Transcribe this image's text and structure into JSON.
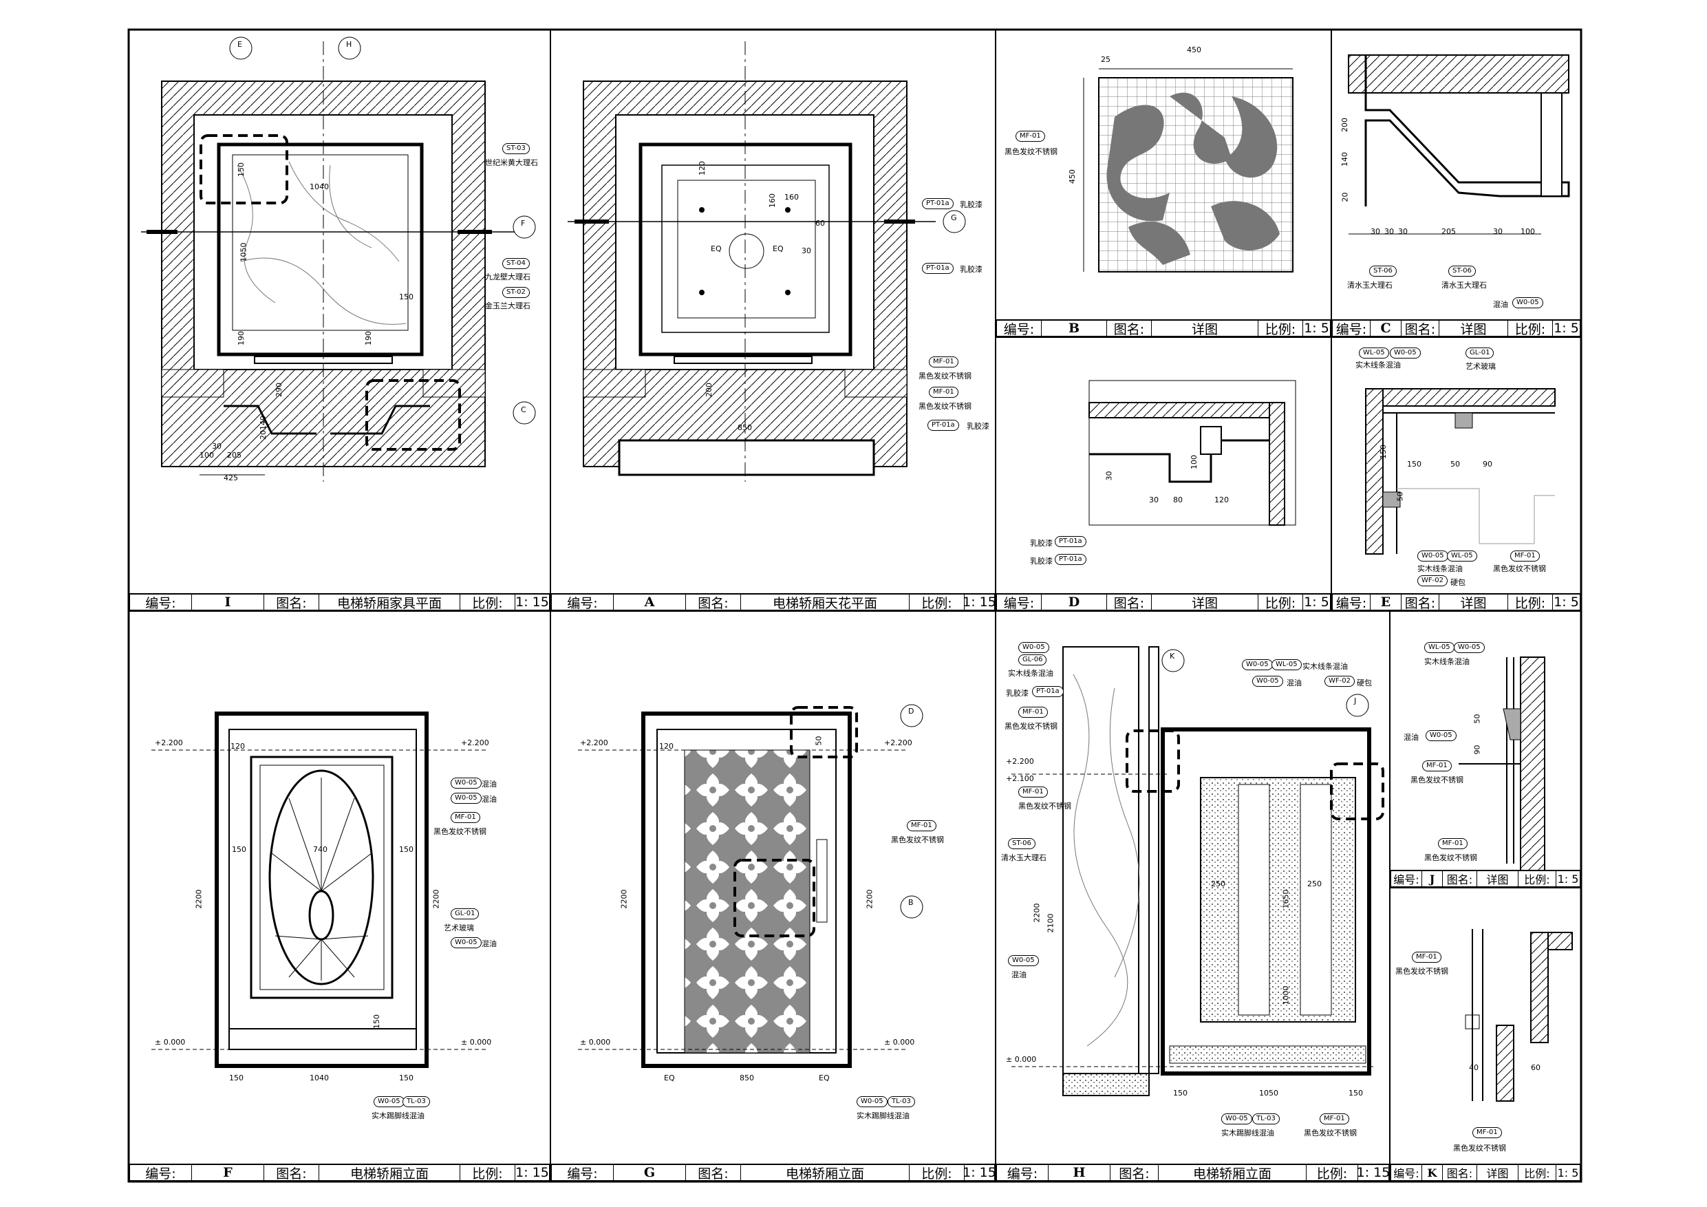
{
  "frame_bars": [
    {
      "code_label": "编号:",
      "code": "I",
      "name_label": "图名:",
      "name": "电梯轿厢家具平面",
      "scale_label": "比例:",
      "scale": "1: 15"
    },
    {
      "code_label": "编号:",
      "code": "A",
      "name_label": "图名:",
      "name": "电梯轿厢天花平面",
      "scale_label": "比例:",
      "scale": "1: 15"
    },
    {
      "code_label": "编号:",
      "code": "B",
      "name_label": "图名:",
      "name": "详图",
      "scale_label": "比例:",
      "scale": "1: 5"
    },
    {
      "code_label": "编号:",
      "code": "C",
      "name_label": "图名:",
      "name": "详图",
      "scale_label": "比例:",
      "scale": "1: 5"
    },
    {
      "code_label": "编号:",
      "code": "D",
      "name_label": "图名:",
      "name": "详图",
      "scale_label": "比例:",
      "scale": "1: 5"
    },
    {
      "code_label": "编号:",
      "code": "E",
      "name_label": "图名:",
      "name": "详图",
      "scale_label": "比例:",
      "scale": "1: 5"
    },
    {
      "code_label": "编号:",
      "code": "F",
      "name_label": "图名:",
      "name": "电梯轿厢立面",
      "scale_label": "比例:",
      "scale": "1: 15"
    },
    {
      "code_label": "编号:",
      "code": "G",
      "name_label": "图名:",
      "name": "电梯轿厢立面",
      "scale_label": "比例:",
      "scale": "1: 15"
    },
    {
      "code_label": "编号:",
      "code": "H",
      "name_label": "图名:",
      "name": "电梯轿厢立面",
      "scale_label": "比例:",
      "scale": "1: 15"
    },
    {
      "code_label": "编号:",
      "code": "J",
      "name_label": "图名:",
      "name": "详图",
      "scale_label": "比例:",
      "scale": "1: 5"
    },
    {
      "code_label": "编号:",
      "code": "K",
      "name_label": "图名:",
      "name": "详图",
      "scale_label": "比例:",
      "scale": "1: 5"
    }
  ],
  "plan_I": {
    "tags": [
      "ST-03",
      "ST-04",
      "ST-02"
    ],
    "notes": [
      "世纪米黄大理石",
      "九龙壁大理石",
      "金玉兰大理石"
    ],
    "sections": [
      "E",
      "H",
      "F",
      "C"
    ],
    "dims": [
      "1040",
      "1050",
      "150",
      "150",
      "190",
      "190",
      "290",
      "425",
      "205",
      "30",
      "100",
      "20140"
    ]
  },
  "plan_A": {
    "tags": [
      "PT-01a",
      "PT-01a",
      "MF-01",
      "MF-01",
      "PT-01a"
    ],
    "notes": [
      "乳胶漆",
      "乳胶漆",
      "黑色发纹不锈钢",
      "黑色发纹不锈钢",
      "乳胶漆"
    ],
    "sections": [
      "G"
    ],
    "dims": [
      "850",
      "200",
      "160",
      "160",
      "120",
      "EQ",
      "EQ",
      "30",
      "60"
    ]
  },
  "detail_B": {
    "tag": "MF-01",
    "note": "黑色发纹不锈钢",
    "dims": [
      "450",
      "450",
      "25"
    ]
  },
  "detail_C": {
    "tags": [
      "ST-06",
      "ST-06",
      "W0-05"
    ],
    "notes": [
      "清水玉大理石",
      "清水玉大理石",
      "混油"
    ],
    "dims": [
      "30",
      "30",
      "30",
      "205",
      "30",
      "100",
      "200",
      "140",
      "20"
    ]
  },
  "detail_D": {
    "tags": [
      "PT-01a",
      "PT-01a"
    ],
    "notes": [
      "乳胶漆",
      "乳胶漆"
    ],
    "dims": [
      "30",
      "80",
      "120",
      "100",
      "30"
    ]
  },
  "detail_E": {
    "tags": [
      "WL-05",
      "W0-05",
      "GL-01",
      "W0-05",
      "WL-05",
      "WF-02",
      "MF-01"
    ],
    "notes": [
      "实木线条混油",
      "艺术玻璃",
      "实木线条混油",
      "硬包",
      "黑色发纹不锈钢"
    ],
    "dims": [
      "150",
      "50",
      "90",
      "150",
      "50"
    ]
  },
  "elev_F": {
    "levels": [
      "+2.200",
      "+2.200",
      "± 0.000",
      "± 0.000"
    ],
    "tags": [
      "W0-05",
      "W0-05",
      "MF-01",
      "GL-01",
      "W0-05",
      "W0-05",
      "TL-03"
    ],
    "notes": [
      "混油",
      "混油",
      "黑色发纹不锈钢",
      "艺术玻璃",
      "混油",
      "实木踢脚线混油"
    ],
    "dims": [
      "2200",
      "2200",
      "150",
      "1040",
      "150",
      "120",
      "740",
      "150",
      "150",
      "150"
    ]
  },
  "elev_G": {
    "levels": [
      "+2.200",
      "+2.200",
      "± 0.000",
      "± 0.000"
    ],
    "tags": [
      "MF-01",
      "W0-05",
      "TL-03"
    ],
    "notes": [
      "黑色发纹不锈钢",
      "实木踢脚线混油"
    ],
    "sections": [
      "D",
      "B"
    ],
    "dims": [
      "EQ",
      "850",
      "EQ",
      "2200",
      "2200",
      "120",
      "50"
    ]
  },
  "elev_H": {
    "levels": [
      "+2.200",
      "+2.100",
      "± 0.000"
    ],
    "tags": [
      "W0-05",
      "GL-06",
      "PT-01a",
      "MF-01",
      "MF-01",
      "ST-06",
      "W0-05",
      "W0-05",
      "WL-05",
      "W0-05",
      "WF-02",
      "W0-05",
      "TL-03",
      "MF-01"
    ],
    "notes": [
      "实木线条混油",
      "乳胶漆",
      "黑色发纹不锈钢",
      "黑色发纹不锈钢",
      "清水玉大理石",
      "混油",
      "实木线条混油",
      "混油",
      "硬包",
      "实木踢脚线混油",
      "黑色发纹不锈钢"
    ],
    "sections": [
      "K",
      "J"
    ],
    "dims": [
      "150",
      "1050",
      "150",
      "250",
      "250",
      "1650",
      "1000",
      "2200",
      "2100"
    ]
  },
  "detail_J": {
    "tags": [
      "WL-05",
      "W0-05",
      "W0-05",
      "MF-01",
      "MF-01"
    ],
    "notes": [
      "实木线条混油",
      "混油",
      "黑色发纹不锈钢",
      "黑色发纹不锈钢"
    ],
    "dims": [
      "50",
      "90"
    ]
  },
  "detail_K": {
    "tags": [
      "MF-01",
      "MF-01"
    ],
    "notes": [
      "黑色发纹不锈钢",
      "黑色发纹不锈钢"
    ],
    "dims": [
      "40",
      "60"
    ]
  }
}
